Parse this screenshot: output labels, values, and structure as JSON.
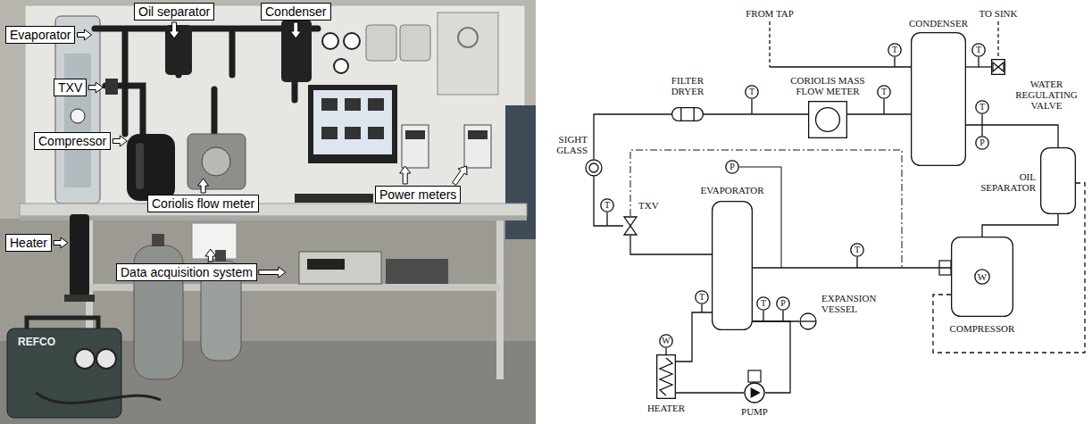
{
  "diagram": {
    "nodes": [
      {
        "text": [
          "Evaporator"
        ]
      },
      {
        "text": [
          "Oil separator"
        ]
      },
      {
        "text": [
          "Condenser"
        ]
      },
      {
        "text": [
          "TXV"
        ]
      },
      {
        "text": [
          "Compressor"
        ]
      },
      {
        "text": [
          "Coriolis flow meter"
        ]
      },
      {
        "text": [
          "Power meters"
        ]
      },
      {
        "text": [
          "Heater"
        ]
      },
      {
        "text": [
          "Data acquisition system"
        ]
      },
      {
        "text": [
          "CONDENSER"
        ]
      },
      {
        "text": [
          "WATER REGULATING VALVE"
        ]
      },
      {
        "text": [
          "CORIOLIS MASS FLOW METER"
        ]
      },
      {
        "text": [
          "FILTER DRYER"
        ]
      },
      {
        "text": [
          "SIGHT GLASS"
        ]
      },
      {
        "text": [
          "OIL SEPARATOR"
        ]
      },
      {
        "text": [
          "TXV"
        ]
      },
      {
        "text": [
          "EVAPORATOR"
        ]
      },
      {
        "text": [
          "EXPANSION VESSEL"
        ]
      },
      {
        "text": [
          "COMPRESSOR"
        ]
      },
      {
        "text": [
          "HEATER"
        ]
      },
      {
        "text": [
          "PUMP"
        ]
      },
      {
        "text": [
          "T"
        ]
      },
      {
        "text": [
          "T"
        ]
      },
      {
        "text": [
          "T"
        ]
      },
      {
        "text": [
          "T"
        ]
      },
      {
        "text": [
          "T"
        ]
      },
      {
        "text": [
          "P"
        ]
      },
      {
        "text": [
          "T"
        ]
      },
      {
        "text": [
          "P"
        ]
      },
      {
        "text": [
          "T"
        ]
      },
      {
        "text": [
          "T"
        ]
      },
      {
        "text": [
          "T"
        ]
      },
      {
        "text": [
          "P"
        ]
      },
      {
        "text": [
          "W"
        ],
        "in": 18
      },
      {
        "text": [
          "W"
        ]
      }
    ],
    "edges": [
      {
        "from": 18,
        "to": 14,
        "arrow": "none"
      },
      {
        "from": 14,
        "to": 9,
        "arrow": "none"
      },
      {
        "from": 9,
        "to": 11,
        "arrow": "none"
      },
      {
        "from": 11,
        "to": 12,
        "arrow": "none"
      },
      {
        "from": 12,
        "to": 13,
        "arrow": "none"
      },
      {
        "from": 13,
        "to": 15,
        "arrow": "none"
      },
      {
        "from": 15,
        "to": 16,
        "arrow": "none"
      },
      {
        "from": 16,
        "to": 18,
        "arrow": "none"
      },
      {
        "from": 14,
        "to": 18,
        "arrow": "none"
      },
      {
        "from": 9,
        "to": 10,
        "arrow": "none"
      },
      {
        "from": 16,
        "to": 17,
        "arrow": "none"
      },
      {
        "from": 16,
        "to": 20,
        "arrow": "none"
      },
      {
        "from": 20,
        "to": 19,
        "arrow": "none"
      },
      {
        "from": 19,
        "to": 16,
        "arrow": "none"
      }
    ],
    "labels": [
      "FROM TAP",
      "TO SINK",
      "REFCO"
    ]
  }
}
